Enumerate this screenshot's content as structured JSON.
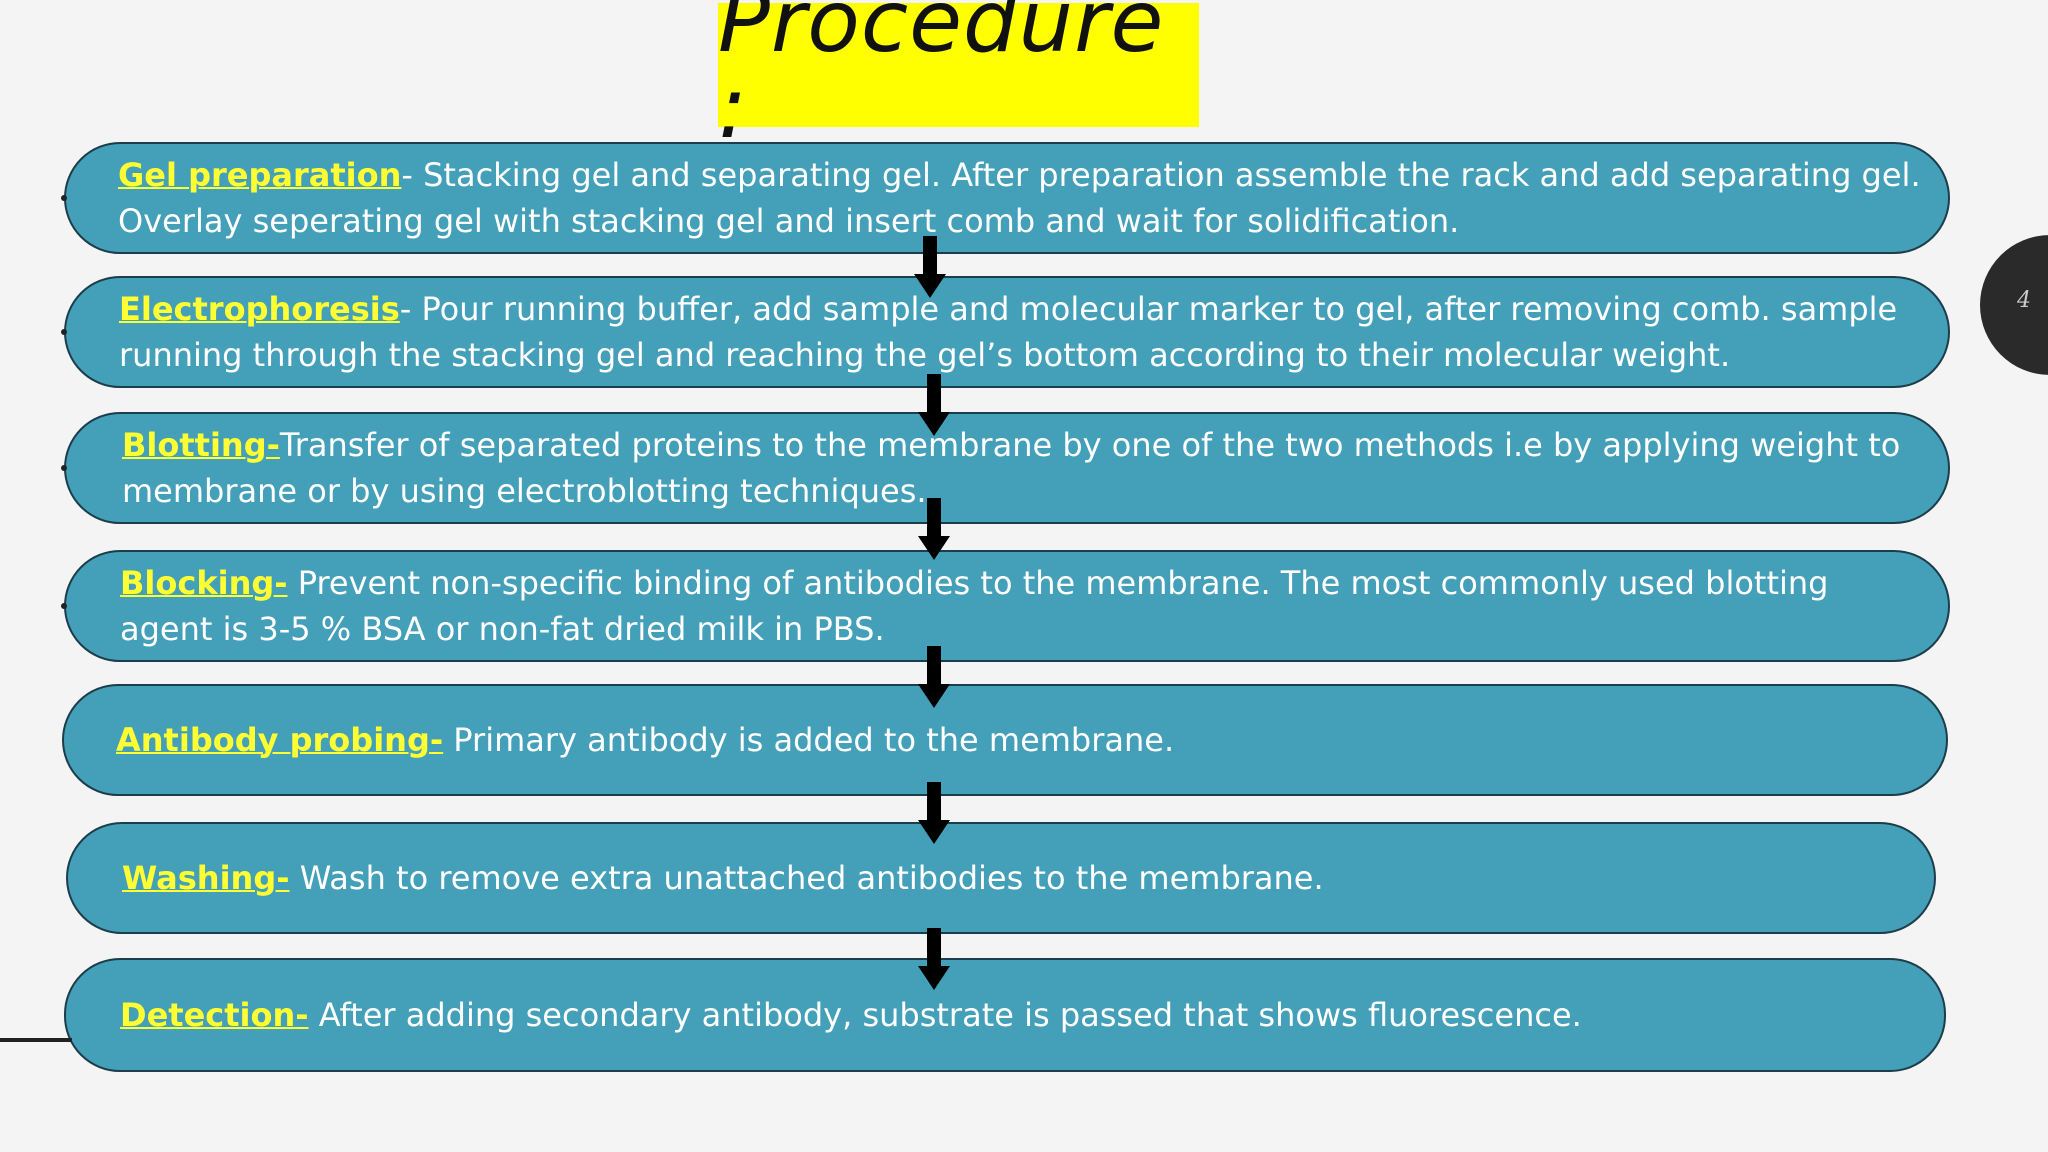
{
  "slide": {
    "title": "Procedure :",
    "page_number": "4"
  },
  "steps": [
    {
      "title": "Gel preparation",
      "text": "- Stacking gel and separating gel. After preparation assemble the rack and add separating  gel. Overlay seperating gel with stacking gel and insert comb and wait for solidification."
    },
    {
      "title": "Electrophoresis",
      "text": "- Pour running buffer, add sample and molecular marker to gel, after removing comb. sample running through the stacking gel and reaching the gel’s bottom according to their molecular weight."
    },
    {
      "title": "Blotting-",
      "text": "Transfer of separated proteins to the membrane by one of the two methods i.e by applying weight to membrane or by using electroblotting techniques."
    },
    {
      "title": "Blocking-",
      "text": " Prevent non-specific binding of antibodies to the membrane. The most commonly used blotting agent is 3-5 % BSA or non-fat dried milk in PBS."
    },
    {
      "title": "Antibody probing-",
      "text": " Primary antibody is added to the membrane."
    },
    {
      "title": "Washing-",
      "text": " Wash to remove extra unattached antibodies to the membrane."
    },
    {
      "title": "Detection-",
      "text": " After adding secondary antibody, substrate is passed that shows fluorescence."
    }
  ],
  "colors": {
    "title_background": "#ffff00",
    "step_fill": "#449fb8",
    "step_border": "#1c3d4a",
    "step_title": "#ffff33",
    "step_text": "#ffffff",
    "arrow": "#000000"
  },
  "icons": {
    "flow_arrow": "down-arrow-icon"
  }
}
